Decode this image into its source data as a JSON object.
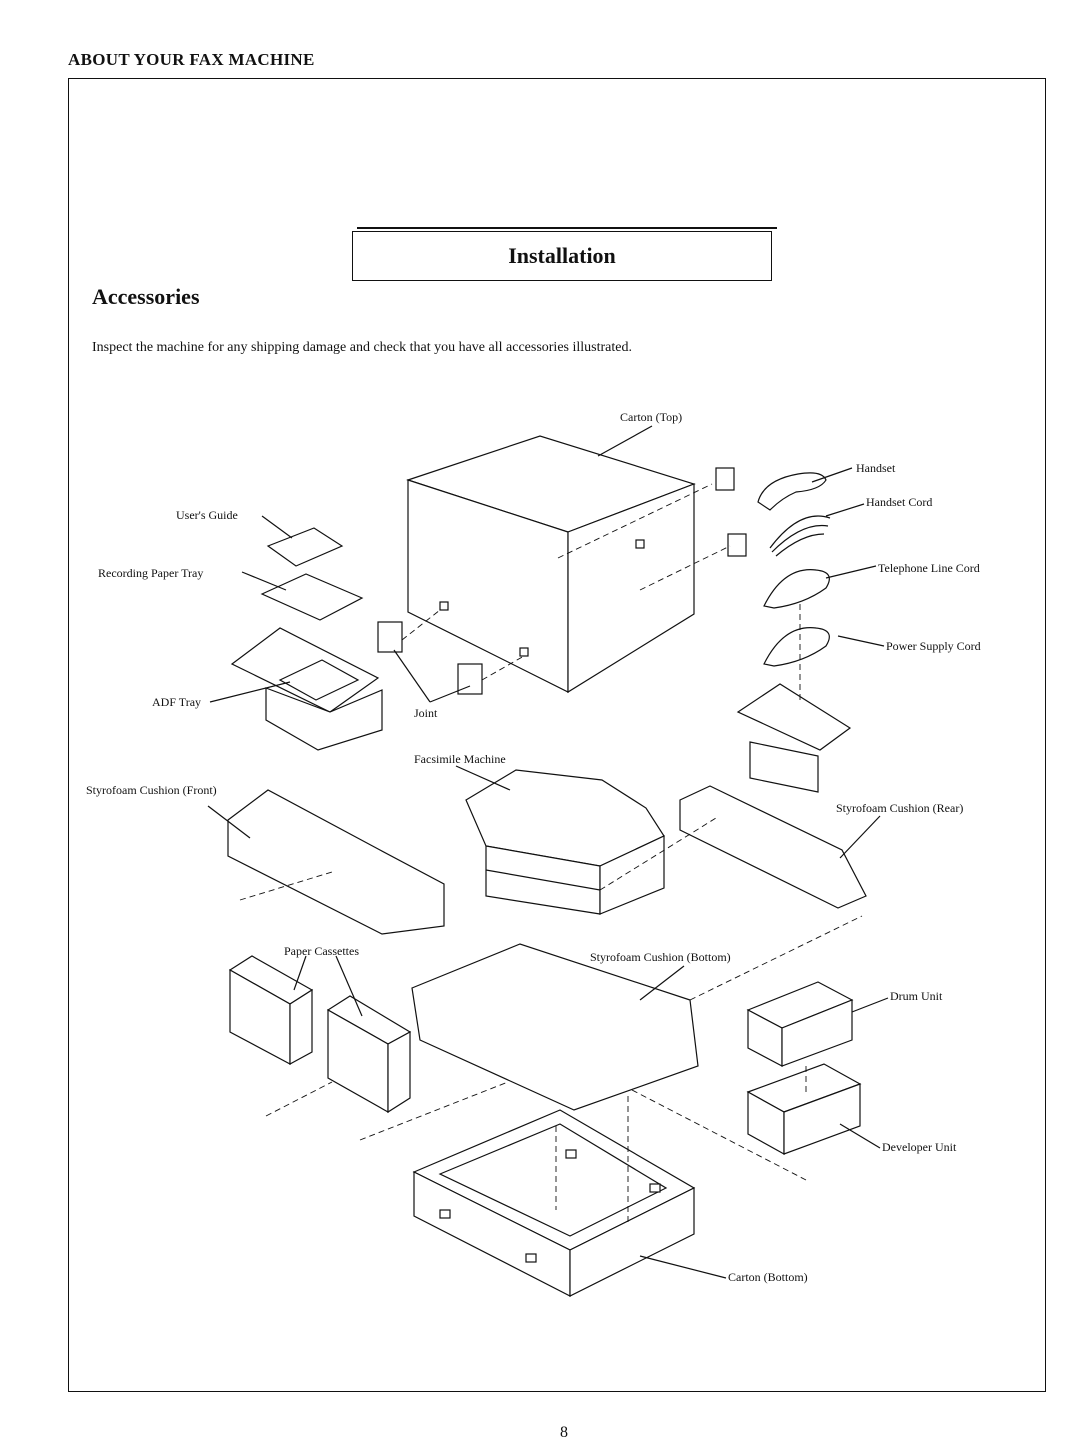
{
  "header": {
    "section": "ABOUT YOUR FAX MACHINE"
  },
  "title": "Installation",
  "subheading": "Accessories",
  "intro": "Inspect the machine for any shipping damage and check that you have all accessories illustrated.",
  "labels": {
    "carton_top": "Carton (Top)",
    "handset": "Handset",
    "handset_cord": "Handset Cord",
    "telephone_line_cord": "Telephone  Line Cord",
    "power_supply_cord": "Power Supply Cord",
    "users_guide": "User's Guide",
    "recording_paper_tray": "Recording Paper Tray",
    "adf_tray": "ADF Tray",
    "joint": "Joint",
    "facsimile_machine": "Facsimile  Machine",
    "cushion_front": "Styrofoam Cushion (Front)",
    "cushion_rear": "Styrofoam Cushion (Rear)",
    "paper_cassettes": "Paper Cassettes",
    "cushion_bottom": "Styrofoam Cushion (Bottom)",
    "drum_unit": "Drum Unit",
    "developer_unit": "Developer Unit",
    "carton_bottom": "Carton (Bottom)"
  },
  "page_number": "8"
}
